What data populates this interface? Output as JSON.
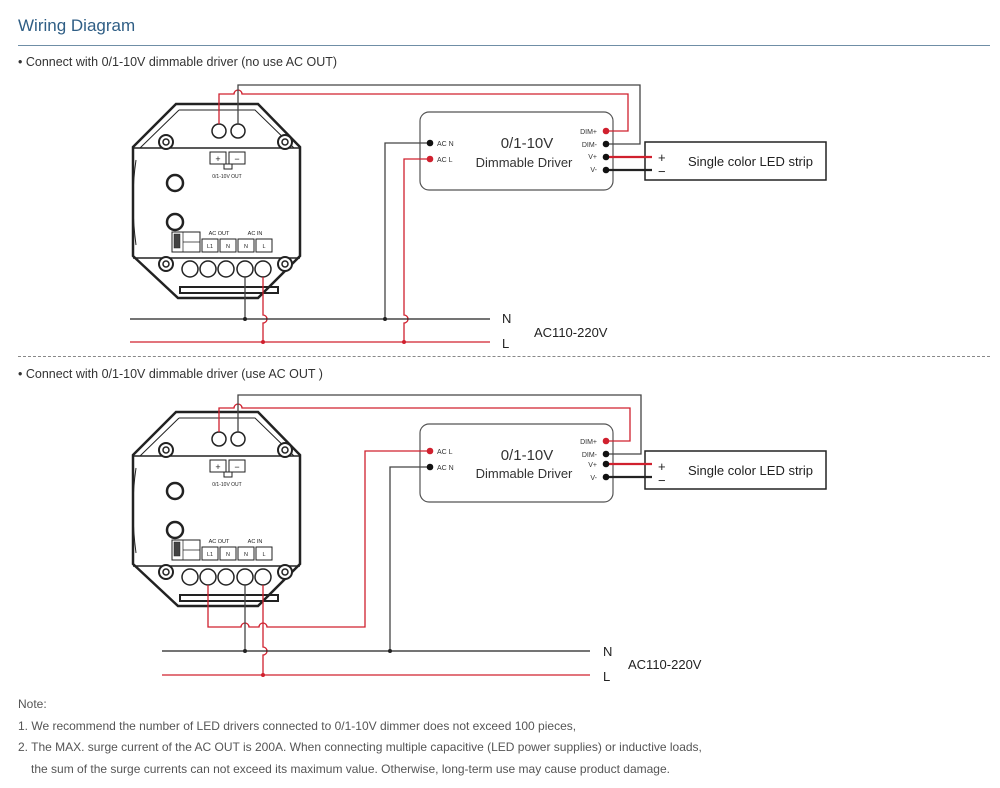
{
  "title": "Wiring Diagram",
  "diagrams": [
    {
      "caption": "• Connect with 0/1-10V dimmable driver (no use AC OUT)"
    },
    {
      "caption": "• Connect with 0/1-10V dimmable driver (use AC OUT )"
    }
  ],
  "device": {
    "out_plus": "+",
    "out_minus": "−",
    "out_label": "0/1-10V OUT",
    "ac_out_label": "AC OUT",
    "ac_in_label": "AC IN",
    "terminals": [
      "L1",
      "N",
      "N",
      "L"
    ]
  },
  "driver": {
    "line1": "0/1-10V",
    "line2": "Dimmable Driver",
    "acn": "AC N",
    "acl": "AC L",
    "dim_plus": "DIM+",
    "dim_minus": "DIM-",
    "v_plus": "V+",
    "v_minus": "V-"
  },
  "led_strip": {
    "label": "Single color LED strip",
    "plus": "+",
    "minus": "−"
  },
  "mains": {
    "n": "N",
    "l": "L",
    "voltage": "AC110-220V"
  },
  "colors": {
    "live_wire": "#d0202e",
    "neutral_wire": "#222222",
    "title": "#2f5e85"
  },
  "notes": {
    "heading": "Note:",
    "items": [
      "1. We recommend the number of LED drivers connected to 0/1-10V dimmer does not exceed 100 pieces,",
      "2. The MAX. surge current of the AC OUT is 200A. When connecting multiple capacitive (LED power supplies) or inductive loads,",
      "the sum of the surge currents can not exceed its maximum value. Otherwise, long-term use may cause product damage."
    ]
  }
}
